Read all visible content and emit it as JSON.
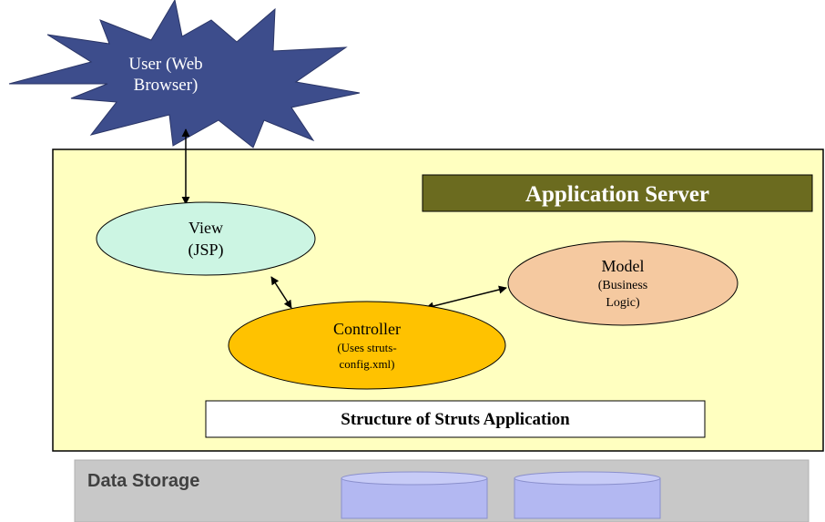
{
  "user_node": {
    "line1": "User (Web",
    "line2": "Browser)",
    "icon": "starburst-icon"
  },
  "app_server": {
    "label": "Application Server"
  },
  "view_node": {
    "line1": "View",
    "line2": "(JSP)"
  },
  "model_node": {
    "line1": "Model",
    "line2": "(Business",
    "line3": "Logic)"
  },
  "controller_node": {
    "line1": "Controller",
    "line2": "(Uses struts-",
    "line3": "config.xml)"
  },
  "caption": {
    "text": "Structure of Struts Application"
  },
  "data_storage": {
    "label": "Data Storage",
    "databases": [
      "database-icon",
      "database-icon"
    ]
  },
  "colors": {
    "app_server_fill": "#ffffc0",
    "app_server_label_bg": "#6b6b1f",
    "view_fill": "#ccf5e3",
    "model_fill": "#f5c9a0",
    "controller_fill": "#ffc200",
    "storage_fill": "#c8c8c8",
    "db_fill": "#b3b8f2",
    "starburst_fill": "#3d4d8c"
  }
}
